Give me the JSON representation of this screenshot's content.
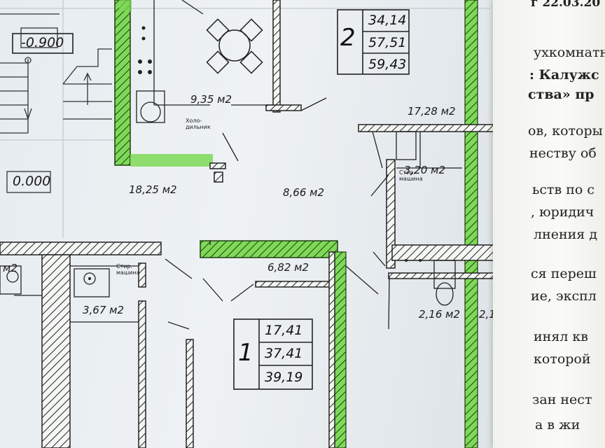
{
  "plan": {
    "apartment_2": {
      "number": "2",
      "areas": [
        "34,14",
        "57,51",
        "59,43"
      ]
    },
    "apartment_1": {
      "number": "1",
      "areas": [
        "17,41",
        "37,41",
        "39,19"
      ]
    },
    "levels": [
      "-0.900",
      "0.000"
    ],
    "rooms": {
      "kitchen": "9,35 м2",
      "room_top_right": "17,28 м2",
      "bath_right": "3,20 м2",
      "hall": "18,25 м2",
      "corridor": "8,66 м2",
      "bath_left": "3,67 м2",
      "left_edge": "м2",
      "room_mid": "6,82 м2",
      "wc_right": "2,16 м2",
      "wc_right_cut": "2,1"
    },
    "fixtures": {
      "fridge": "Холо-\nдильник",
      "washer_right": "Стир.\nмашина",
      "washer_left": "Стир.\nмашина"
    }
  },
  "document": {
    "lines": [
      {
        "text": "г 22.03.20",
        "bold": true
      },
      {
        "text": "ухкомнатн",
        "bold": false
      },
      {
        "text": ": Калужс",
        "bold": true
      },
      {
        "text": "ства» пр",
        "bold": true
      },
      {
        "text": "ов, которы",
        "bold": false
      },
      {
        "text": "неству об",
        "bold": false
      },
      {
        "text": "ьств по с",
        "bold": false
      },
      {
        "text": ", юридич",
        "bold": false
      },
      {
        "text": "лнения д",
        "bold": false
      },
      {
        "text": "ся переш",
        "bold": false
      },
      {
        "text": "ие, экспл",
        "bold": false
      },
      {
        "text": "инял кв",
        "bold": false
      },
      {
        "text": "которой",
        "bold": false
      },
      {
        "text": "зан нест",
        "bold": false
      },
      {
        "text": "а в жи",
        "bold": false
      }
    ]
  }
}
